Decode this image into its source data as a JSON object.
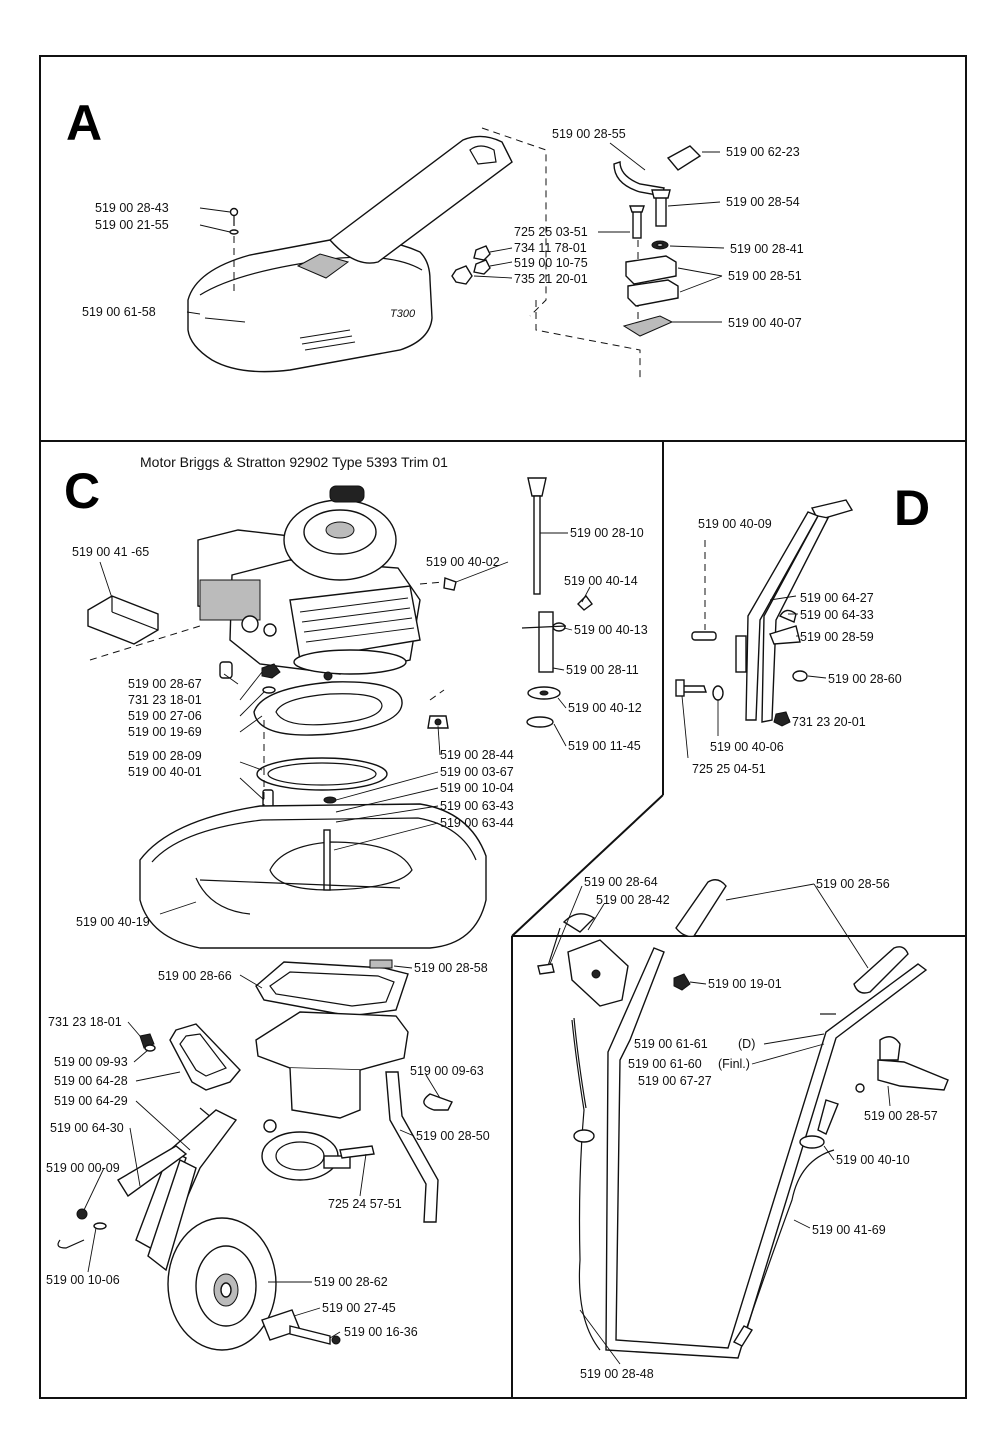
{
  "sections": {
    "a": {
      "letter": "A"
    },
    "c": {
      "letter": "C",
      "caption": "Motor Briggs & Stratton 92902 Type 5393 Trim 01"
    },
    "d": {
      "letter": "D"
    }
  },
  "embossed_text": "T300",
  "labels_a": {
    "p519002843": "519 00 28-43",
    "p519002155": "519 00 21-55",
    "p519006158": "519 00 61-58",
    "p519002855": "519 00 28-55",
    "p519006223": "519 00 62-23",
    "p519002854": "519 00 28-54",
    "p725250351": "725 25 03-51",
    "p734117801": "734 11 78-01",
    "p519001075": "519 00 10-75",
    "p735212001": "735 21 20-01",
    "p519002841": "519 00 28-41",
    "p519002851": "519 00 28-51",
    "p519004007": "519 00 40-07"
  },
  "labels_c": {
    "p519004165": "519 00 41 -65",
    "p519004002": "519 00 40-02",
    "p519002810": "519 00 28-10",
    "p519004014": "519 00 40-14",
    "p519004013": "519 00 40-13",
    "p519002811": "519 00 28-11",
    "p519004012": "519 00 40-12",
    "p519001145": "519 00 11-45",
    "p519002867": "519 00 28-67",
    "p731231801a": "731 23 18-01",
    "p519002706": "519 00 27-06",
    "p519001969": "519 00 19-69",
    "p519002809": "519 00 28-09",
    "p519004001": "519 00 40-01",
    "p519002844": "519 00 28-44",
    "p519000367": "519 00 03-67",
    "p519001004": "519 00 10-04",
    "p519006343": "519 00 63-43",
    "p519006344": "519 00 63-44",
    "p519004019": "519 00 40-19",
    "p519002866": "519 00 28-66",
    "p519002858": "519 00 28-58",
    "p731231801b": "731 23 18-01",
    "p519000993": "519 00 09-93",
    "p519006428": "519 00 64-28",
    "p519006429": "519 00 64-29",
    "p519000963": "519 00 09-63",
    "p519002850": "519 00 28-50",
    "p519006430": "519 00 64-30",
    "p519000009": "519 00 00-09",
    "p725245751": "725 24 57-51",
    "p519001006": "519 00 10-06",
    "p519002862": "519 00 28-62",
    "p519002745": "519 00 27-45",
    "p519001636": "519 00 16-36"
  },
  "labels_d": {
    "p519004009": "519 00 40-09",
    "p519006427": "519 00 64-27",
    "p519006433": "519 00 64-33",
    "p519002859": "519 00 28-59",
    "p519002860": "519 00 28-60",
    "p731232001": "731 23 20-01",
    "p519004006": "519 00 40-06",
    "p725250451": "725 25 04-51",
    "p519002864": "519 00 28-64",
    "p519002842": "519 00 28-42",
    "p519002856": "519 00 28-56",
    "p519001901": "519 00 19-01",
    "p519006161": "519 00 61-61",
    "p519006161_note": "(D)",
    "p519006160": "519 00 61-60",
    "p519006160_note": "(Finl.)",
    "p519006727": "519 00 67-27",
    "p519002857": "519 00 28-57",
    "p519004010": "519 00 40-10",
    "p519004169": "519 00 41-69",
    "p519002848": "519 00 28-48"
  }
}
